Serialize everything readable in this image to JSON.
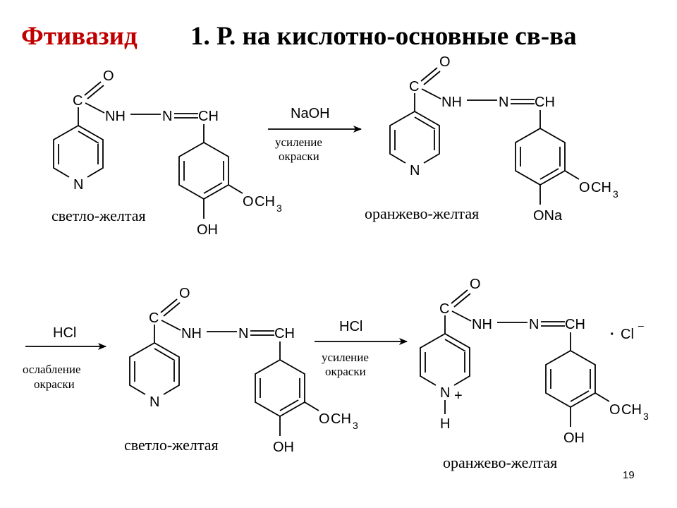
{
  "header": {
    "title": "Фтивазид",
    "subtitle": "1. Р. на кислотно-основные св-ва"
  },
  "atoms": {
    "c": "C",
    "o": "O",
    "nh": "NH",
    "n": "N",
    "ch": "CH",
    "och3_o": "O",
    "och3_ch": "CH",
    "three": "3",
    "oh": "OH",
    "ona": "ONa",
    "h": "H",
    "plus": "+",
    "cl": "Cl",
    "cl_charge": "–",
    "dot": "·"
  },
  "reactions": [
    {
      "reagent": "NaOH",
      "note_line1": "усиление",
      "note_line2": "окраски"
    },
    {
      "reagent": "HCl",
      "note_line1": "ослабление",
      "note_line2": "окраски"
    },
    {
      "reagent": "HCl",
      "note_line1": "усиление",
      "note_line2": "окраски"
    }
  ],
  "structures": [
    {
      "caption": "светло-желтая"
    },
    {
      "caption": "оранжево-желтая"
    },
    {
      "caption": "светло-желтая"
    },
    {
      "caption": "оранжево-желтая"
    }
  ],
  "footer": {
    "page_number": "19"
  },
  "colors": {
    "title": "#c00000",
    "text": "#000000"
  }
}
